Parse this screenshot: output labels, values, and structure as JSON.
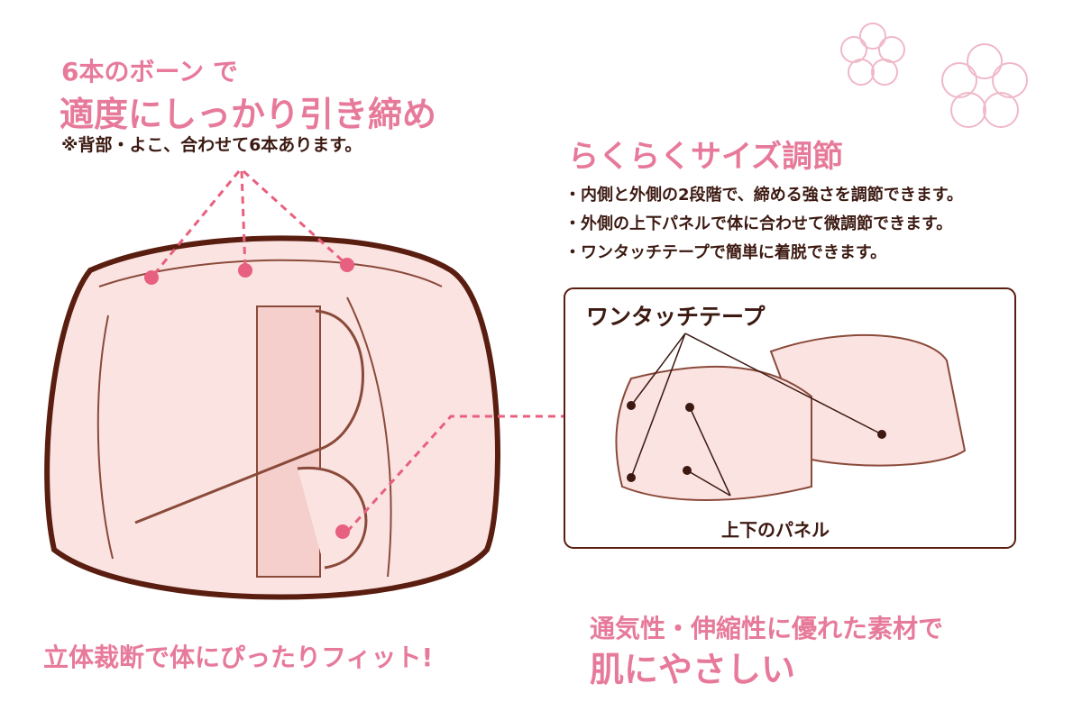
{
  "bones": {
    "line1": "6本のボーン で",
    "line2": "適度にしっかり引き締め",
    "note": "※背部・よこ、合わせて6本あります。"
  },
  "adjust": {
    "title": "らくらくサイズ調節",
    "bullets": [
      "・内側と外側の2段階で、締める強さを調節できます。",
      "・外側の上下パネルで体に合わせて微調節できます。",
      "・ワンタッチテープで簡単に着脱できます。"
    ]
  },
  "detail": {
    "tape_label": "ワンタッチテープ",
    "panel_label": "上下のパネル"
  },
  "fit": "立体裁断で体にぴったりフィット!",
  "material": {
    "line1": "通気性・伸縮性に優れた素材で",
    "line2": "肌にやさしい"
  },
  "colors": {
    "accent": "#e77a9b",
    "text": "#3c1a12",
    "fabric": "#fbe3e2",
    "outline": "#5a1e10"
  }
}
